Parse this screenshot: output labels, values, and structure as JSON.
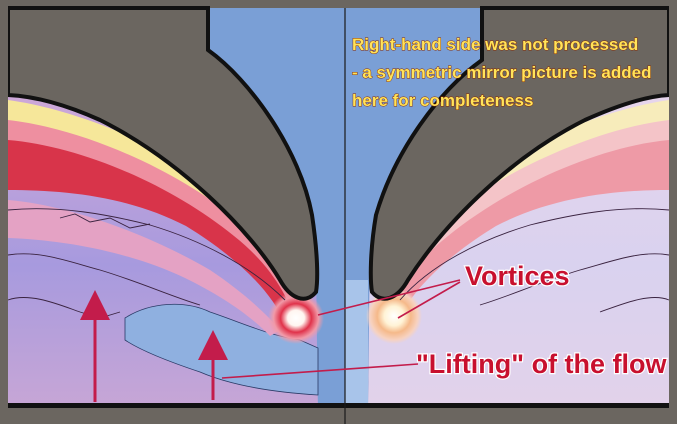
{
  "annotation": {
    "lines": [
      "Right-hand side was not processed",
      "- a symmetric mirror picture is added",
      "here for completeness"
    ]
  },
  "labels": {
    "vortices": "Vortices",
    "lifting": "\"Lifting\" of the flow"
  },
  "colors": {
    "frame": "#6b6660",
    "jet_channel": "#7a9fd6",
    "outer_field": "#c9a5d6",
    "inner_field": "#a999dc",
    "low_region": "#8fb0e0",
    "band_red": "#d8344a",
    "band_pink": "#ee8fa0",
    "band_yellow": "#f6e79a",
    "outline": "#111111",
    "arrow": "#c31c4b",
    "label_text": "#c8102e",
    "caption_text": "#ffe45a"
  }
}
